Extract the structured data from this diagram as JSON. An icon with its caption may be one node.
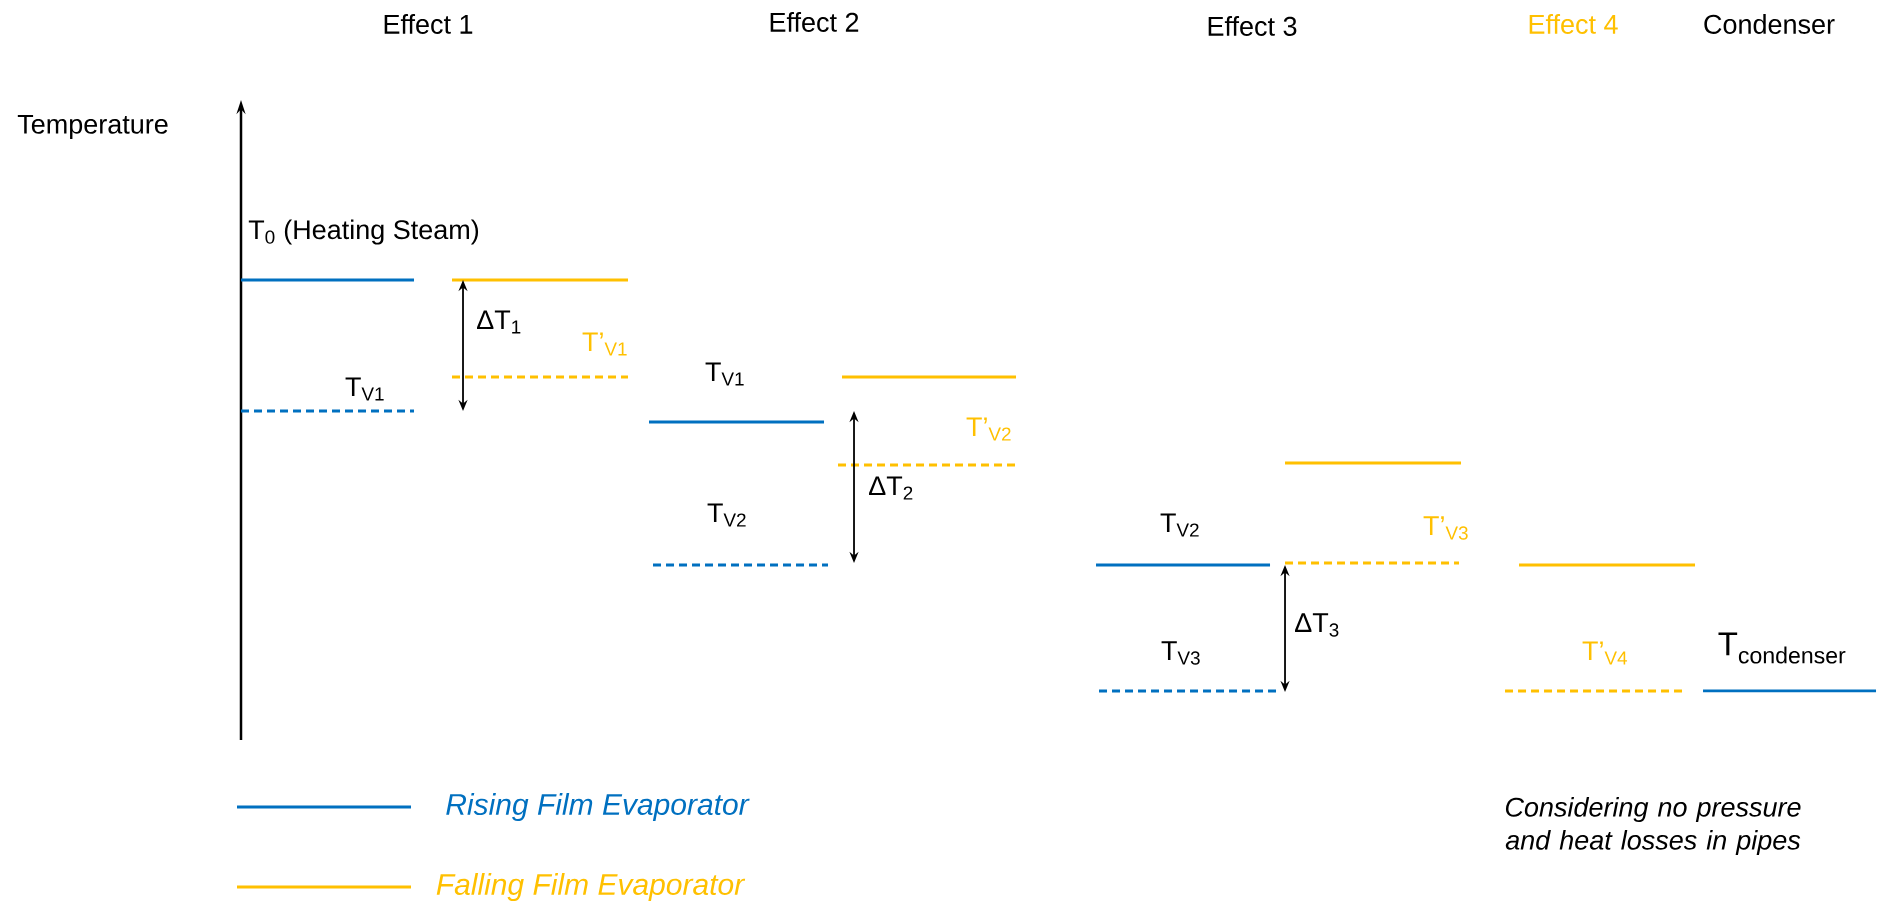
{
  "diagram": {
    "labels": [
      "Effect 1",
      "Effect 2",
      "Effect 3",
      "Effect 4",
      "Condenser",
      "Temperature",
      "T$_{0}$ (Heating Steam)",
      "ΔT$_{1}$",
      "T’$_{V1}$",
      "T$_{V1}$",
      "T$_{V1}$",
      "T’$_{V2}$",
      "ΔT$_{2}$",
      "T$_{V2}$",
      "T$_{V2}$",
      "T’$_{V3}$",
      "ΔT$_{3}$",
      "T$_{V3}$",
      "T’$_{V4}$",
      "\\text{T}_{\\text{condenser}}",
      "Considering no pressure and heat losses in pipes"
    ],
    "legend": [
      {
        "text": "Rising Film Evaporator"
      },
      {
        "text": "Falling Film Evaporator"
      }
    ]
  }
}
